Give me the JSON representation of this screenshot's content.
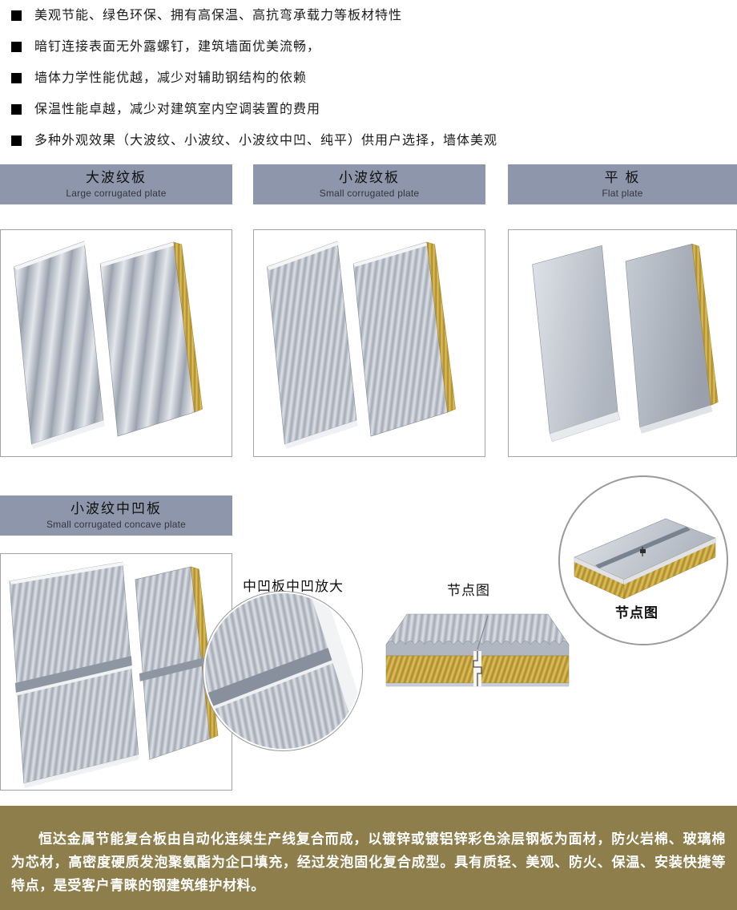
{
  "features": {
    "items": [
      "美观节能、绿色环保、拥有高保温、高抗弯承载力等板材特性",
      "暗钉连接表面无外露螺钉，建筑墙面优美流畅，",
      "墙体力学性能优越，减少对辅助钢结构的依赖",
      "保温性能卓越，减少对建筑室内空调装置的费用",
      "多种外观效果（大波纹、小波纹、小波纹中凹、纯平）供用户选择，墙体美观"
    ]
  },
  "sections": {
    "large": {
      "zh": "大波纹板",
      "en": "Large corrugated plate"
    },
    "small": {
      "zh": "小波纹板",
      "en": "Small corrugated plate"
    },
    "flat": {
      "zh": "平 板",
      "en": "Flat plate"
    },
    "concave": {
      "zh": "小波纹中凹板",
      "en": "Small corrugated concave plate"
    }
  },
  "labels": {
    "concave_zoom": "中凹板中凹放大",
    "node_center": "节点图",
    "node_right": "节点图"
  },
  "footer": {
    "text": "恒达金属节能复合板由自动化连续生产线复合而成，以镀锌或镀铝锌彩色涂层钢板为面材，防火岩棉、玻璃棉为芯材，高密度硬质发泡聚氨酯为企口填充，经过发泡固化复合成型。具有质轻、美观、防火、保温、安装快捷等特点，是受客户青睐的钢建筑维护材料。"
  },
  "colors": {
    "header_bar": "#8d96aa",
    "footer_bg": "#8d7e4c",
    "panel_gray": "#c3c9d2",
    "core_yellow": "#d3ae41"
  }
}
